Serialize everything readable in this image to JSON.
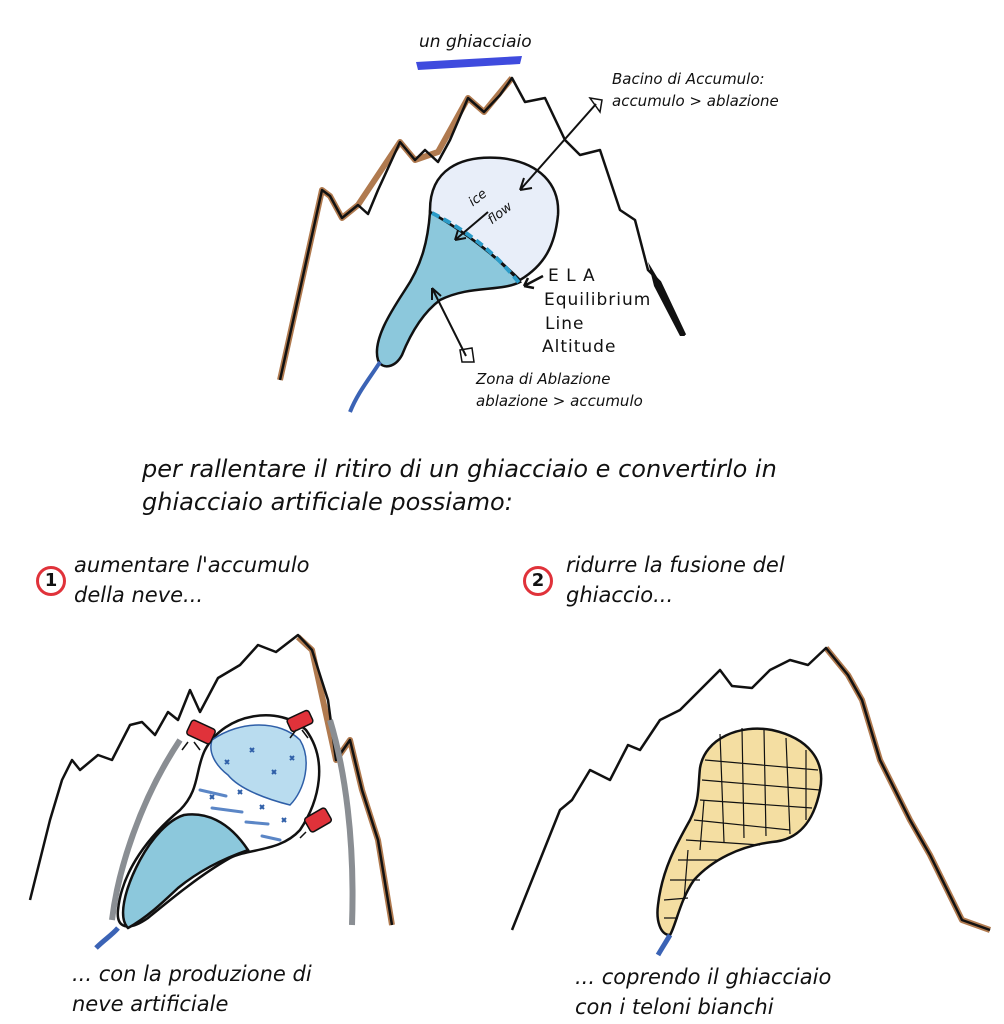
{
  "top_diagram": {
    "title": "un ghiacciaio",
    "accumulation_label_1": "Bacino di Accumulo:",
    "accumulation_label_2": "accumulo > ablazione",
    "ice_flow_1": "ice",
    "ice_flow_2": "flow",
    "ela_1": "E L A",
    "ela_2": "Equilibrium",
    "ela_3": "Line",
    "ela_4": "Altitude",
    "ablation_label_1": "Zona di Ablazione",
    "ablation_label_2": "ablazione > accumulo"
  },
  "intro": {
    "line_1": "per rallentare il ritiro di un ghiacciaio e convertirlo in",
    "line_2": "ghiacciaio artificiale possiamo:"
  },
  "option_1": {
    "number": "1",
    "line_1": "aumentare l'accumulo",
    "line_2": "della neve...",
    "caption_1": "... con la produzione di",
    "caption_2": "neve artificiale"
  },
  "option_2": {
    "number": "2",
    "line_1": "ridurre la fusione del",
    "line_2": "ghiaccio...",
    "caption_1": "... coprendo il ghiacciaio",
    "caption_2": "con i teloni bianchi"
  },
  "colors": {
    "ice_light": "#e8eef9",
    "ice_ablation": "#8cc8dc",
    "ice_snow": "#b9dcef",
    "rock_brown": "#b07a4f",
    "stream_blue": "#3b63b5",
    "tarp_yellow": "#f4dea2",
    "snow_cannon_red": "#e0323a",
    "title_underline": "#3f4bde",
    "ela_line": "#2a9bc8"
  }
}
